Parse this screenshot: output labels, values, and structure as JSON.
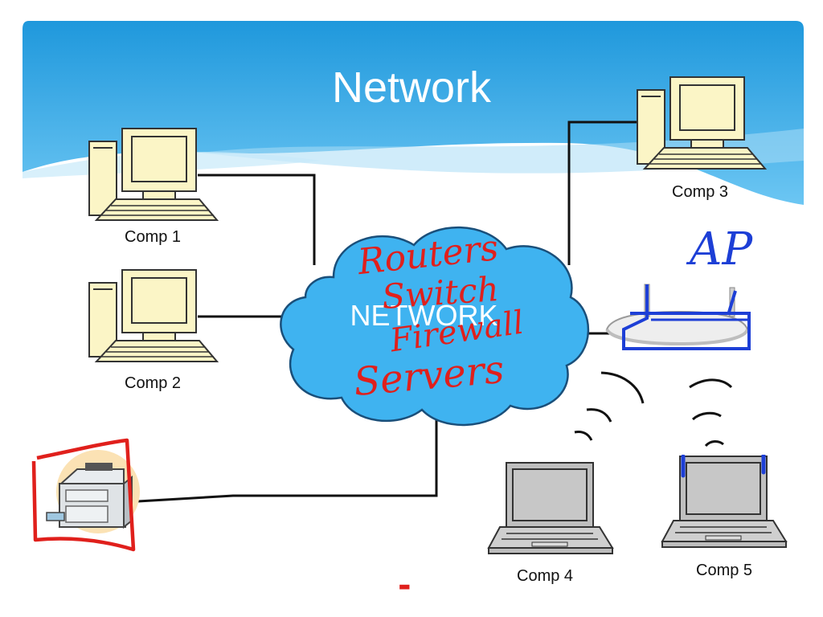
{
  "slide": {
    "title": "Network",
    "cloud_label": "NETWORK",
    "computers": [
      {
        "label": "Comp 1"
      },
      {
        "label": "Comp 2"
      },
      {
        "label": "Comp 3"
      },
      {
        "label": "Comp 4"
      },
      {
        "label": "Comp 5"
      }
    ],
    "annotations": {
      "cloud_handwriting": [
        "Routers",
        "Switch",
        "Firewall",
        "Servers"
      ],
      "access_point": "AP",
      "dash": "-"
    },
    "colors": {
      "header_blue": "#2aa7e6",
      "cloud_fill": "#3fb3f0",
      "ink_red": "#e0201c",
      "ink_blue": "#1d3fd6",
      "desktop_beige": "#fbf5c6",
      "laptop_gray": "#bfbfbf"
    },
    "icons": [
      "desktop-computer-icon",
      "laptop-icon",
      "printer-icon",
      "wireless-router-icon",
      "cloud-icon",
      "wifi-signal-icon"
    ]
  }
}
